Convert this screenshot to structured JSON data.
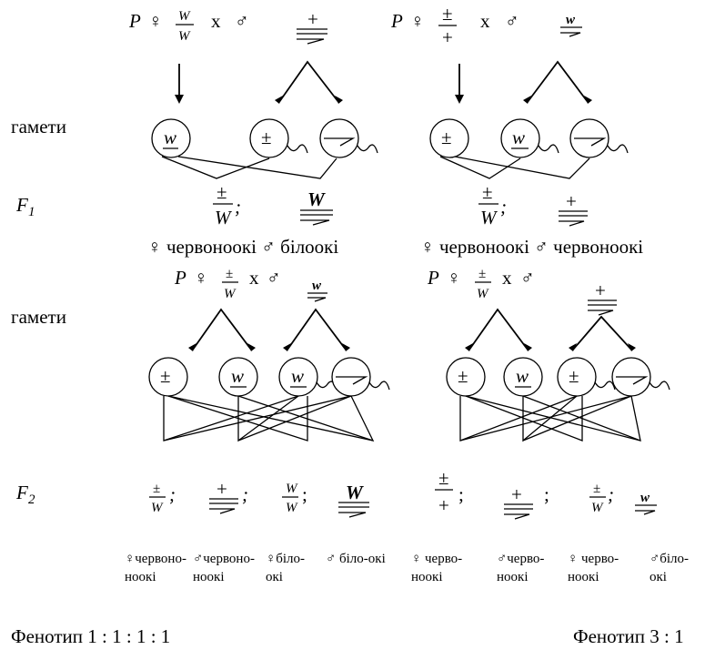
{
  "labels": {
    "gametes": "гамети",
    "f1": "F",
    "f1_sub": "1",
    "f2": "F",
    "f2_sub": "2",
    "p": "P",
    "x": "x",
    "female": "♀",
    "male": "♂",
    "plus_minus": "±",
    "plus": "+",
    "w": "w",
    "W": "W",
    "semicolon": ";"
  },
  "f1_phenotypes": {
    "left": "♀ червоноокі ♂ білоокі",
    "right": "♀ червоноокі ♂ червоноокі"
  },
  "f2_phenotypes": {
    "c1a": "♀червоно-",
    "c1b": "ноокі",
    "c2a": "♂червоно-",
    "c2b": "ноокі",
    "c3a": "♀біло-",
    "c3b": "окі",
    "c4": "♂ біло-окі",
    "c5a": "♀ черво-",
    "c5b": "ноокі",
    "c6a": "♂черво-",
    "c6b": "ноокі",
    "c7a": "♀ черво-",
    "c7b": "ноокі",
    "c8a": "♂біло-",
    "c8b": "окі"
  },
  "ratios": {
    "left": "Фенотип 1 : 1 : 1 : 1",
    "right": "Фенотип 3 : 1"
  }
}
